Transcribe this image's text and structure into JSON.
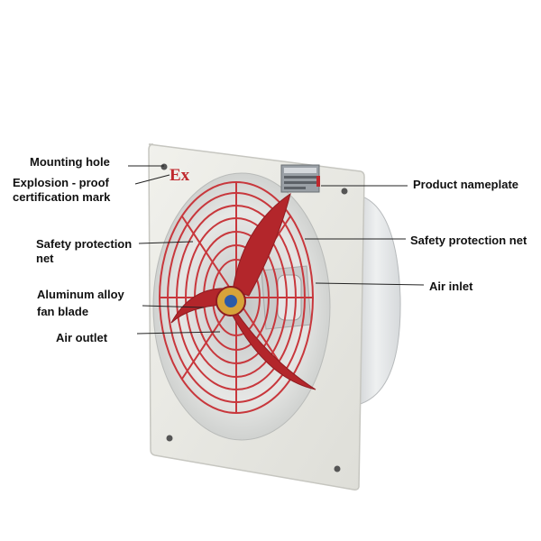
{
  "labels": {
    "mounting_hole": "Mounting hole",
    "explosion_proof_line1": "Explosion - proof",
    "explosion_proof_line2": "certification mark",
    "safety_net_left_line1": "Safety protection",
    "safety_net_left_line2": "net",
    "aluminum_blade_line1": "Aluminum alloy",
    "aluminum_blade_line2": "fan blade",
    "air_outlet": "Air outlet",
    "product_nameplate": "Product nameplate",
    "safety_net_right": "Safety protection net",
    "air_inlet": "Air inlet"
  },
  "ex_mark": "Ex",
  "colors": {
    "blade_red": "#b3262b",
    "guard_red": "#c8373c",
    "panel": "#eaeae4",
    "housing": "#dfe1e3",
    "leader": "#222222"
  }
}
